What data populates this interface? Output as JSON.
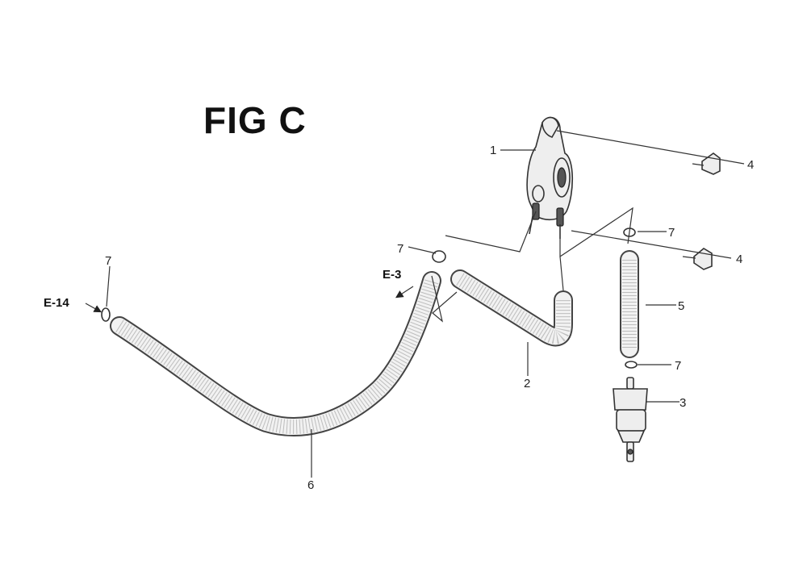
{
  "figure": {
    "title": "FIG C"
  },
  "callouts": [
    {
      "id": "c1",
      "text": "1"
    },
    {
      "id": "c2",
      "text": "2"
    },
    {
      "id": "c3",
      "text": "3"
    },
    {
      "id": "c4a",
      "text": "4"
    },
    {
      "id": "c4b",
      "text": "4"
    },
    {
      "id": "c5",
      "text": "5"
    },
    {
      "id": "c6",
      "text": "6"
    },
    {
      "id": "c7a",
      "text": "7"
    },
    {
      "id": "c7b",
      "text": "7"
    },
    {
      "id": "c7c",
      "text": "7"
    },
    {
      "id": "c7d",
      "text": "7"
    }
  ],
  "references": {
    "e14": "E-14",
    "e3": "E-3"
  }
}
